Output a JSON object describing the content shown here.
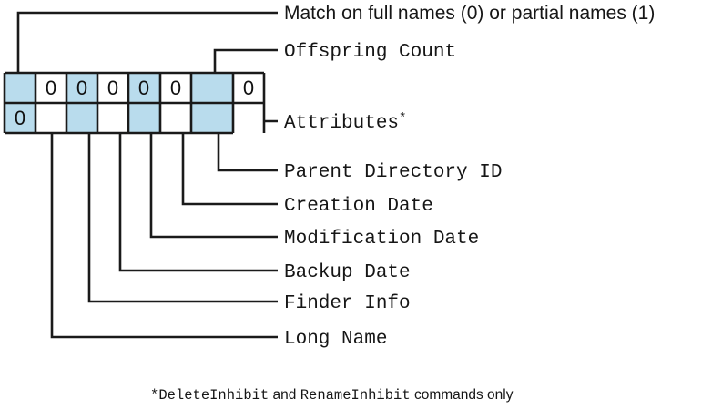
{
  "diagram": {
    "title": "Bitmap field layout with callout labels",
    "colors": {
      "cell_fill_highlight": "#b9dced",
      "cell_fill_plain": "#ffffff",
      "stroke": "#1a1a1a",
      "text": "#161616",
      "background": "#ffffff"
    },
    "grid": {
      "columns": 8,
      "rows": 2,
      "row_labels": [
        "top",
        "bottom"
      ],
      "cells": [
        {
          "col": 1,
          "row": "top",
          "value": "",
          "highlighted": true
        },
        {
          "col": 2,
          "row": "top",
          "value": "0",
          "highlighted": false
        },
        {
          "col": 3,
          "row": "top",
          "value": "0",
          "highlighted": true
        },
        {
          "col": 4,
          "row": "top",
          "value": "0",
          "highlighted": false
        },
        {
          "col": 5,
          "row": "top",
          "value": "0",
          "highlighted": true
        },
        {
          "col": 6,
          "row": "top",
          "value": "0",
          "highlighted": false
        },
        {
          "col": 7,
          "row": "top",
          "value": "",
          "highlighted": true
        },
        {
          "col": 8,
          "row": "top",
          "value": "0",
          "highlighted": false
        },
        {
          "col": 1,
          "row": "bottom",
          "value": "0",
          "highlighted": true
        },
        {
          "col": 2,
          "row": "bottom",
          "value": "",
          "highlighted": false
        },
        {
          "col": 3,
          "row": "bottom",
          "value": "",
          "highlighted": true
        },
        {
          "col": 4,
          "row": "bottom",
          "value": "",
          "highlighted": false
        },
        {
          "col": 5,
          "row": "bottom",
          "value": "",
          "highlighted": true
        },
        {
          "col": 6,
          "row": "bottom",
          "value": "",
          "highlighted": false
        },
        {
          "col": 7,
          "row": "bottom",
          "value": "",
          "highlighted": true
        },
        {
          "col": 8,
          "row": "bottom",
          "value": "",
          "highlighted": false
        }
      ]
    },
    "callouts": [
      {
        "id": "match-names",
        "label": "Match on full names (0) or partial names (1)",
        "font": "sans",
        "direction": "up",
        "source_col": 1
      },
      {
        "id": "offspring-count",
        "label": "Offspring Count",
        "font": "mono",
        "direction": "up",
        "source_col": 7
      },
      {
        "id": "attributes",
        "label": "Attributes",
        "font": "mono",
        "direction": "right",
        "footnote_marker": "*",
        "source_col": 8
      },
      {
        "id": "parent-directory-id",
        "label": "Parent Directory ID",
        "font": "mono",
        "direction": "down",
        "source_col": 7
      },
      {
        "id": "creation-date",
        "label": "Creation Date",
        "font": "mono",
        "direction": "down",
        "source_col": 6
      },
      {
        "id": "modification-date",
        "label": "Modification Date",
        "font": "mono",
        "direction": "down",
        "source_col": 5
      },
      {
        "id": "backup-date",
        "label": "Backup Date",
        "font": "mono",
        "direction": "down",
        "source_col": 4
      },
      {
        "id": "finder-info",
        "label": "Finder Info",
        "font": "mono",
        "direction": "down",
        "source_col": 3
      },
      {
        "id": "long-name",
        "label": "Long Name",
        "font": "mono",
        "direction": "down",
        "source_col": 2
      }
    ],
    "footnote": {
      "marker": "*",
      "part1_mono": "DeleteInhibit",
      "part2_sans": " and ",
      "part3_mono": "RenameInhibit",
      "part4_sans": " commands only",
      "full_text": "*DeleteInhibit and RenameInhibit commands only"
    }
  }
}
